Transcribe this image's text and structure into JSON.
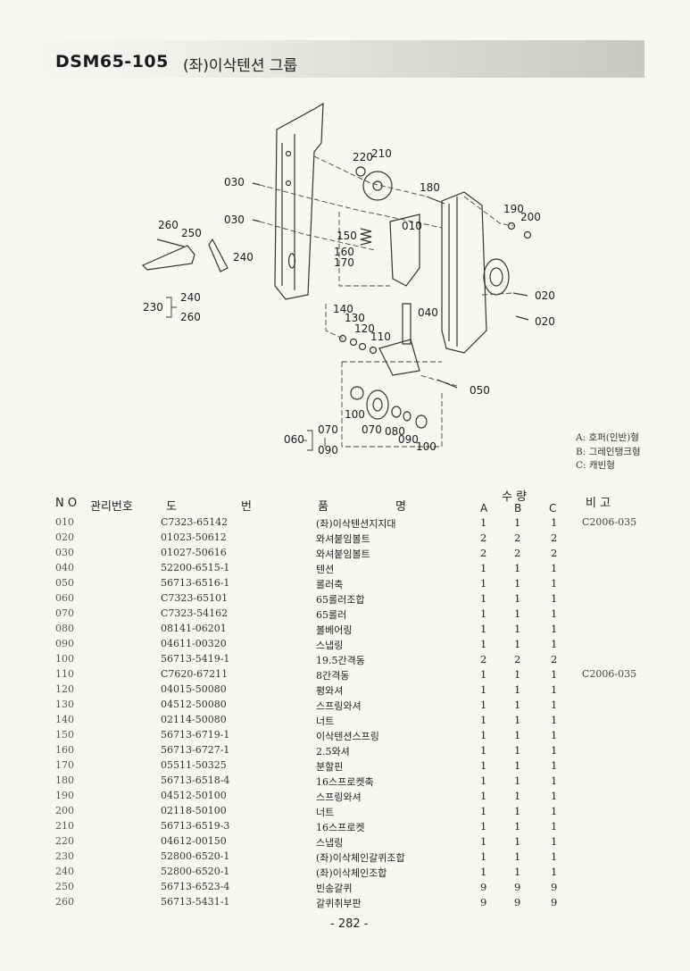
{
  "header": {
    "model": "DSM65-105",
    "group_title": "(좌)이삭텐션 그룹"
  },
  "diagram": {
    "callouts": [
      "010",
      "020",
      "020",
      "030",
      "030",
      "040",
      "050",
      "060",
      "070",
      "070",
      "080",
      "090",
      "090",
      "100",
      "100",
      "110",
      "120",
      "130",
      "140",
      "150",
      "160",
      "170",
      "180",
      "190",
      "200",
      "210",
      "220",
      "230",
      "240",
      "240",
      "250",
      "260",
      "260"
    ]
  },
  "legend": {
    "a": "A: 호퍼(인반)형",
    "b": "B: 그레인탱크형",
    "c": "C: 캐빈형"
  },
  "table": {
    "headers": {
      "no": "N O",
      "mgmt": "관리번호",
      "drawing_1": "도",
      "drawing_2": "번",
      "name_1": "품",
      "name_2": "명",
      "qty": "수 량",
      "a": "A",
      "b": "B",
      "c": "C",
      "remarks": "비 고"
    },
    "rows": [
      {
        "no": "010",
        "part": "C7323-65142",
        "name": "(좌)이삭텐션지지대",
        "a": "1",
        "b": "1",
        "c": "1",
        "remark": "C2006-035"
      },
      {
        "no": "020",
        "part": "01023-50612",
        "name": "와셔붙임볼트",
        "a": "2",
        "b": "2",
        "c": "2",
        "remark": ""
      },
      {
        "no": "030",
        "part": "01027-50616",
        "name": "와셔붙임볼트",
        "a": "2",
        "b": "2",
        "c": "2",
        "remark": ""
      },
      {
        "no": "040",
        "part": "52200-6515-1",
        "name": "텐션",
        "a": "1",
        "b": "1",
        "c": "1",
        "remark": ""
      },
      {
        "no": "050",
        "part": "56713-6516-1",
        "name": "롤러축",
        "a": "1",
        "b": "1",
        "c": "1",
        "remark": ""
      },
      {
        "no": "060",
        "part": "C7323-65101",
        "name": "65롤러조합",
        "a": "1",
        "b": "1",
        "c": "1",
        "remark": ""
      },
      {
        "no": "070",
        "part": "C7323-54162",
        "name": "65롤러",
        "a": "1",
        "b": "1",
        "c": "1",
        "remark": ""
      },
      {
        "no": "080",
        "part": "08141-06201",
        "name": "볼베어링",
        "a": "1",
        "b": "1",
        "c": "1",
        "remark": ""
      },
      {
        "no": "090",
        "part": "04611-00320",
        "name": "스냅링",
        "a": "1",
        "b": "1",
        "c": "1",
        "remark": ""
      },
      {
        "no": "100",
        "part": "56713-5419-1",
        "name": "19.5간격동",
        "a": "2",
        "b": "2",
        "c": "2",
        "remark": ""
      },
      {
        "no": "110",
        "part": "C7620-67211",
        "name": "8간격동",
        "a": "1",
        "b": "1",
        "c": "1",
        "remark": "C2006-035"
      },
      {
        "no": "120",
        "part": "04015-50080",
        "name": "평와셔",
        "a": "1",
        "b": "1",
        "c": "1",
        "remark": ""
      },
      {
        "no": "130",
        "part": "04512-50080",
        "name": "스프링와셔",
        "a": "1",
        "b": "1",
        "c": "1",
        "remark": ""
      },
      {
        "no": "140",
        "part": "02114-50080",
        "name": "너트",
        "a": "1",
        "b": "1",
        "c": "1",
        "remark": ""
      },
      {
        "no": "150",
        "part": "56713-6719-1",
        "name": "이삭텐션스프링",
        "a": "1",
        "b": "1",
        "c": "1",
        "remark": ""
      },
      {
        "no": "160",
        "part": "56713-6727-1",
        "name": "2.5와셔",
        "a": "1",
        "b": "1",
        "c": "1",
        "remark": ""
      },
      {
        "no": "170",
        "part": "05511-50325",
        "name": "분할핀",
        "a": "1",
        "b": "1",
        "c": "1",
        "remark": ""
      },
      {
        "no": "180",
        "part": "56713-6518-4",
        "name": "16스프로켓축",
        "a": "1",
        "b": "1",
        "c": "1",
        "remark": ""
      },
      {
        "no": "190",
        "part": "04512-50100",
        "name": "스프링와셔",
        "a": "1",
        "b": "1",
        "c": "1",
        "remark": ""
      },
      {
        "no": "200",
        "part": "02118-50100",
        "name": "너트",
        "a": "1",
        "b": "1",
        "c": "1",
        "remark": ""
      },
      {
        "no": "210",
        "part": "56713-6519-3",
        "name": "16스프로켓",
        "a": "1",
        "b": "1",
        "c": "1",
        "remark": ""
      },
      {
        "no": "220",
        "part": "04612-00150",
        "name": "스냅링",
        "a": "1",
        "b": "1",
        "c": "1",
        "remark": ""
      },
      {
        "no": "230",
        "part": "52800-6520-1",
        "name": "(좌)이삭체인갈퀴조합",
        "a": "1",
        "b": "1",
        "c": "1",
        "remark": ""
      },
      {
        "no": "240",
        "part": "52800-6520-1",
        "name": "(좌)이삭체인조합",
        "a": "1",
        "b": "1",
        "c": "1",
        "remark": ""
      },
      {
        "no": "250",
        "part": "56713-6523-4",
        "name": "빈송갈퀴",
        "a": "9",
        "b": "9",
        "c": "9",
        "remark": ""
      },
      {
        "no": "260",
        "part": "56713-5431-1",
        "name": "갈퀴취부판",
        "a": "9",
        "b": "9",
        "c": "9",
        "remark": ""
      }
    ]
  },
  "page_number": "- 282 -"
}
